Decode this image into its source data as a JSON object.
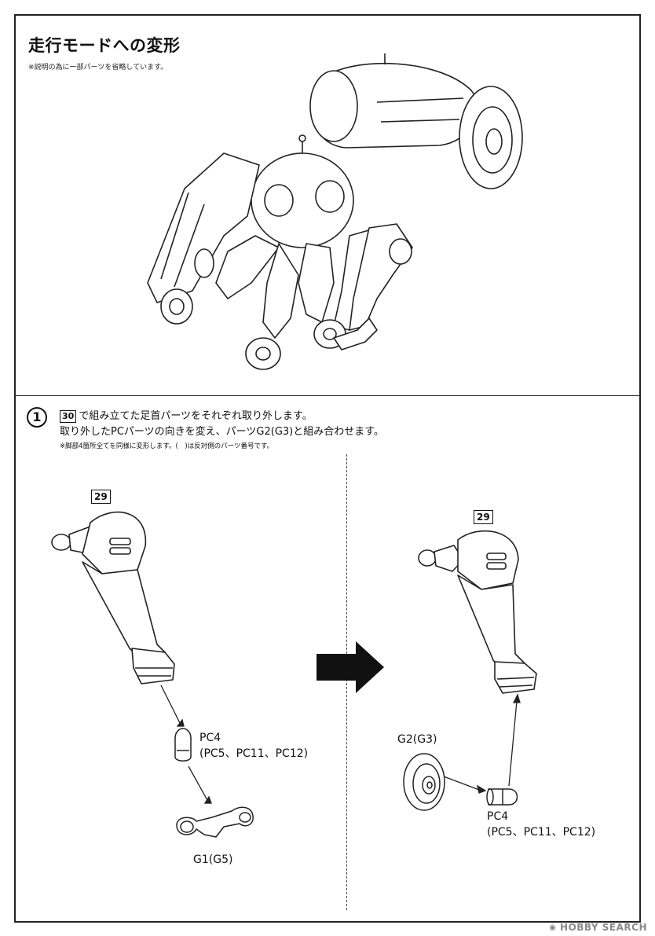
{
  "header": {
    "title": "走行モードへの変形",
    "note": "※説明の為に一部パーツを省略しています。"
  },
  "step": {
    "number": "1",
    "ref": "30",
    "line1_rest": "で組み立てた足首パーツをそれぞれ取り外します。",
    "line2": "取り外したPCパーツの向きを変え、パーツG2(G3)と組み合わせます。",
    "note": "※脚部4箇所全てを同様に変形します。(　)は反対側のパーツ番号です。"
  },
  "left_panel": {
    "part_ref": "29",
    "pc_label": "PC4",
    "pc_alt": "(PC5、PC11、PC12)",
    "g_label": "G1(G5)"
  },
  "right_panel": {
    "part_ref": "29",
    "g_label": "G2(G3)",
    "pc_label": "PC4",
    "pc_alt": "(PC5、PC11、PC12)"
  },
  "watermark": {
    "text": "HOBBY SEARCH"
  },
  "icons": [
    "right-arrow-icon",
    "robot-illustration",
    "leg-part-illustration",
    "wheel-part-illustration"
  ]
}
